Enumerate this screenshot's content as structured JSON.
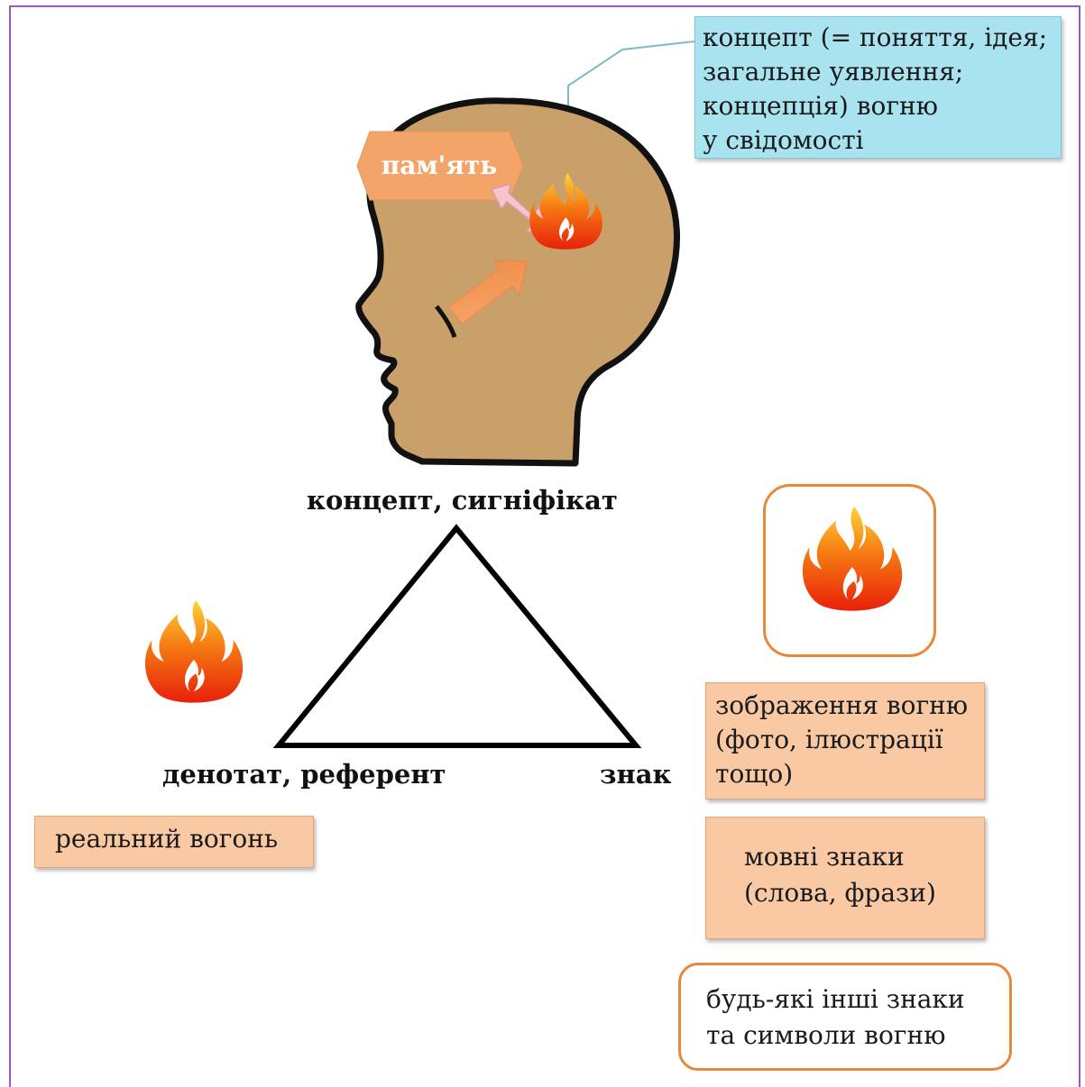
{
  "diagram": {
    "callout": {
      "lines": [
        "концепт (= поняття, ідея;",
        "загальне уявлення;",
        "концепція) вогню",
        "у свідомості"
      ]
    },
    "memory_label": "пам'ять",
    "triangle_labels": {
      "top": "концепт, сигніфікат",
      "left": "денотат, референт",
      "right": "знак"
    },
    "real_fire_box": "реальний вогонь",
    "images_box": {
      "lines": [
        "зображення вогню",
        "(фото, ілюстрації",
        "тощо)"
      ]
    },
    "language_signs_box": {
      "lines": [
        "мовні знаки",
        "(слова, фрази)"
      ]
    },
    "other_signs_box": {
      "lines": [
        "будь-які інші знаки",
        "та символи вогню"
      ]
    },
    "colors": {
      "head_fill": "#c9a06a",
      "callout_fill": "#a8e3ef",
      "peach_box": "#f9c9a4",
      "memory_hexagon": "#f3a469",
      "orange_border": "#e8883a",
      "frame_border": "#9b59b6"
    }
  }
}
